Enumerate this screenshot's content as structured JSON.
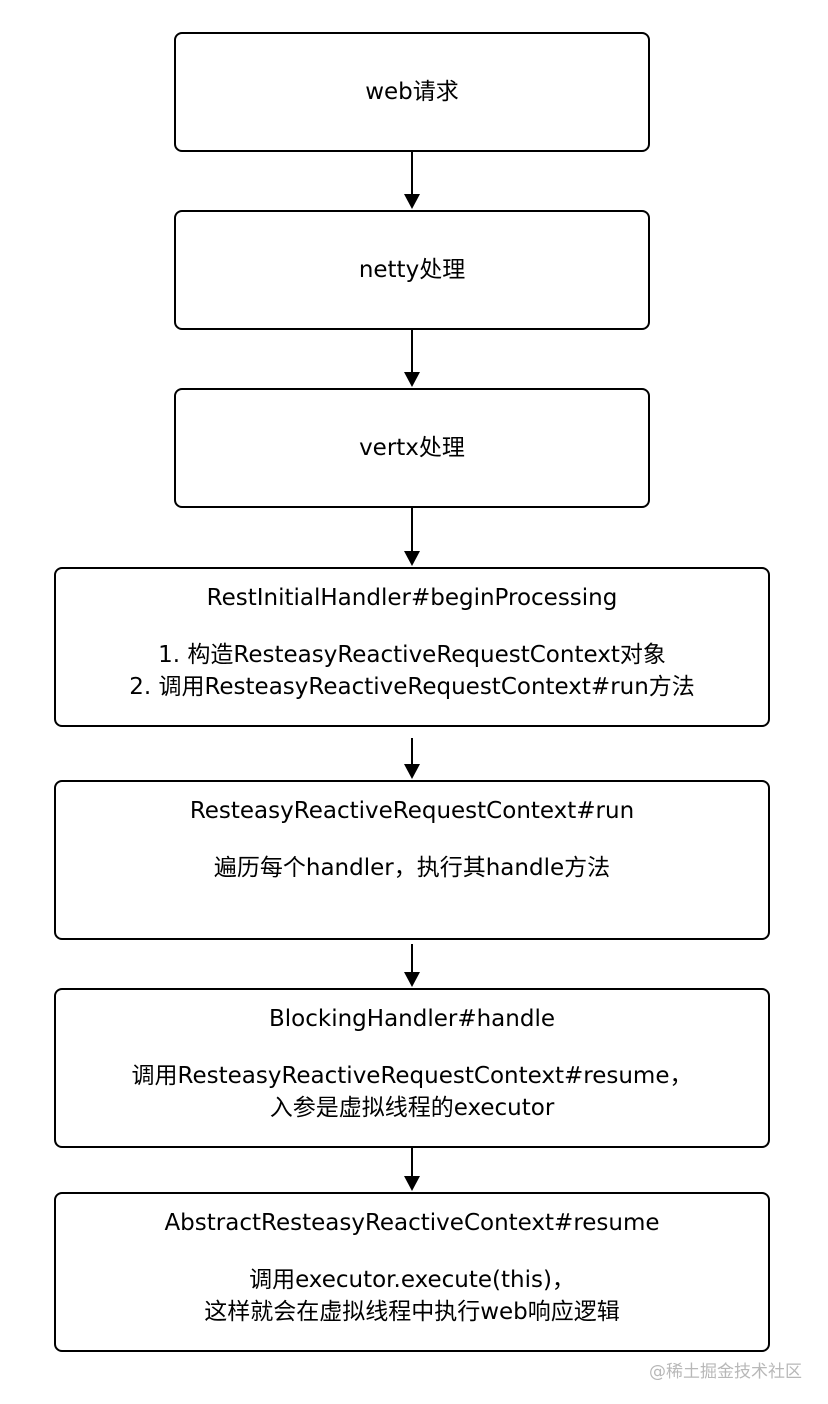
{
  "nodes": [
    {
      "id": "web-request",
      "title": "web请求",
      "lines": []
    },
    {
      "id": "netty",
      "title": "netty处理",
      "lines": []
    },
    {
      "id": "vertx",
      "title": "vertx处理",
      "lines": []
    },
    {
      "id": "rest-initial-handler",
      "title": "RestInitialHandler#beginProcessing",
      "lines": [
        "1. 构造ResteasyReactiveRequestContext对象",
        "2. 调用ResteasyReactiveRequestContext#run方法"
      ]
    },
    {
      "id": "context-run",
      "title": "ResteasyReactiveRequestContext#run",
      "lines": [
        "遍历每个handler，执行其handle方法"
      ]
    },
    {
      "id": "blocking-handler",
      "title": "BlockingHandler#handle",
      "lines": [
        "调用ResteasyReactiveRequestContext#resume，",
        "入参是虚拟线程的executor"
      ]
    },
    {
      "id": "abstract-context-resume",
      "title": "AbstractResteasyReactiveContext#resume",
      "lines": [
        "调用executor.execute(this)，",
        "这样就会在虚拟线程中执行web响应逻辑"
      ]
    }
  ],
  "watermark": "@稀土掘金技术社区"
}
